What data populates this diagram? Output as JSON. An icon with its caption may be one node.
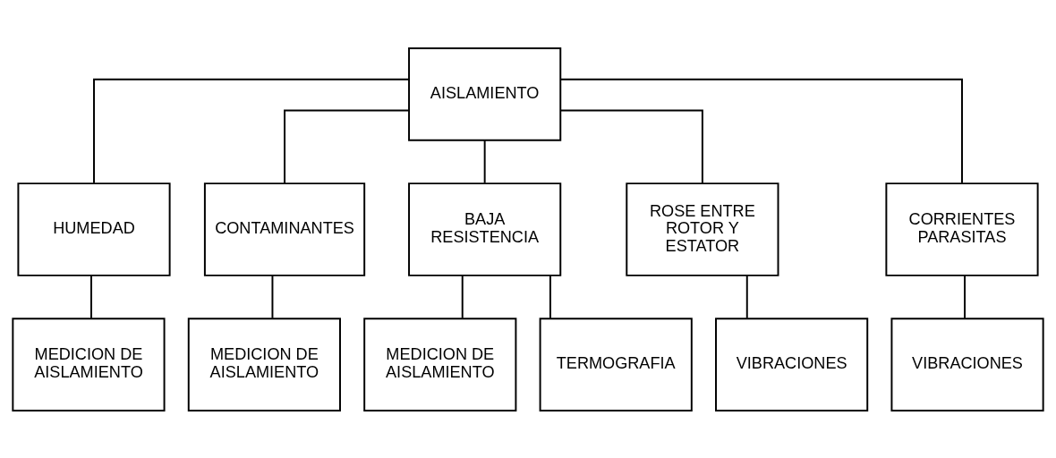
{
  "diagram": {
    "nodes": [
      {
        "text": [
          "AISLAMIENTO"
        ]
      },
      {
        "text": [
          "HUMEDAD"
        ]
      },
      {
        "text": [
          "CONTAMINANTES"
        ]
      },
      {
        "text": [
          "BAJA RESISTENCIA"
        ]
      },
      {
        "text": [
          "ROSE ENTRE ROTOR Y ESTATOR"
        ]
      },
      {
        "text": [
          "CORRIENTES PARASITAS"
        ]
      },
      {
        "text": [
          "MEDICION DE AISLAMIENTO"
        ]
      },
      {
        "text": [
          "MEDICION DE AISLAMIENTO"
        ]
      },
      {
        "text": [
          "MEDICION DE AISLAMIENTO"
        ]
      },
      {
        "text": [
          "VIBRACIONES"
        ]
      },
      {
        "text": [
          "VIBRACIONES"
        ]
      },
      {
        "text": [
          "TERMOGRAFIA"
        ]
      }
    ],
    "edges": [
      {
        "from": 0,
        "to": 1,
        "arrow": "none"
      },
      {
        "from": 0,
        "to": 2,
        "arrow": "none"
      },
      {
        "from": 0,
        "to": 3,
        "arrow": "none"
      },
      {
        "from": 0,
        "to": 4,
        "arrow": "none"
      },
      {
        "from": 0,
        "to": 5,
        "arrow": "none"
      },
      {
        "from": 1,
        "to": 6,
        "arrow": "none"
      },
      {
        "from": 2,
        "to": 7,
        "arrow": "none"
      },
      {
        "from": 3,
        "to": 8,
        "arrow": "none"
      },
      {
        "from": 4,
        "to": 9,
        "arrow": "none"
      },
      {
        "from": 5,
        "to": 10,
        "arrow": "none"
      },
      {
        "from": 3,
        "to": 11,
        "arrow": "none"
      }
    ]
  }
}
